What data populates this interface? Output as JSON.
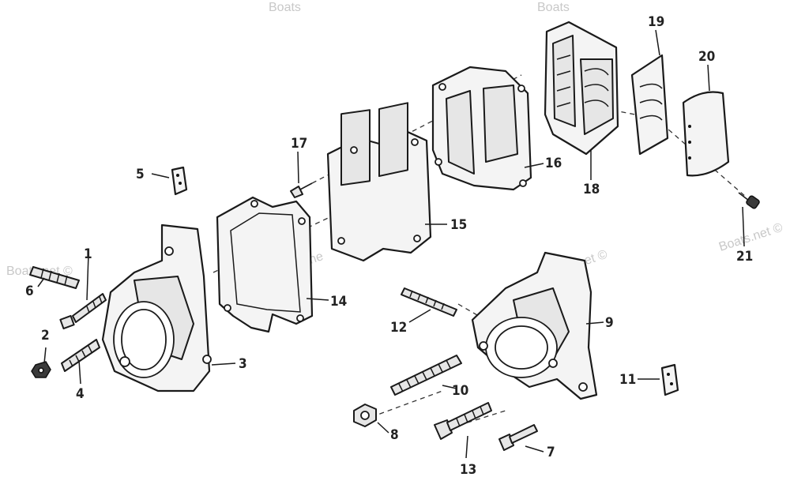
{
  "watermarks": [
    "Boats.net ©",
    "Boats.net ©",
    "Boats.net ©",
    "Boats.ne",
    "Boats",
    "Boats"
  ],
  "callouts": {
    "c1": "1",
    "c2": "2",
    "c3": "3",
    "c4": "4",
    "c5": "5",
    "c6": "6",
    "c7": "7",
    "c8": "8",
    "c9": "9",
    "c10": "10",
    "c11": "11",
    "c12": "12",
    "c13": "13",
    "c14": "14",
    "c15": "15",
    "c16": "16",
    "c17": "17",
    "c18": "18",
    "c19": "19",
    "c20": "20",
    "c21": "21"
  }
}
